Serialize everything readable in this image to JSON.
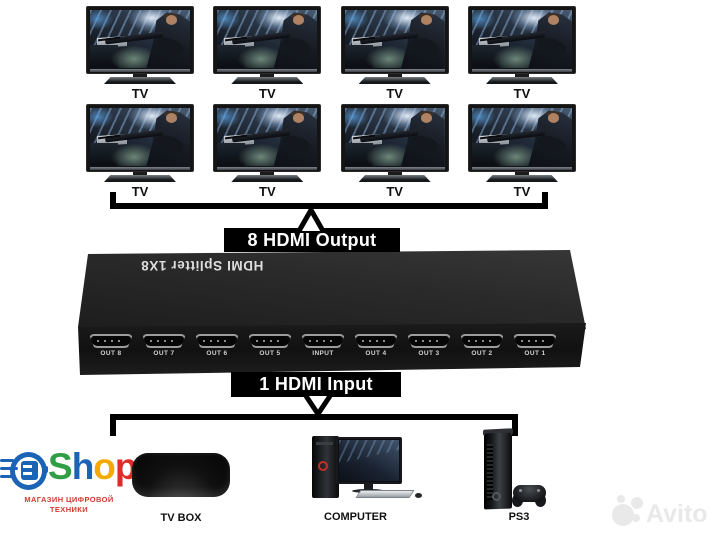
{
  "outputs": {
    "bracket_label": "8 HDMI Output",
    "tvs_row1": [
      {
        "label": "TV"
      },
      {
        "label": "TV"
      },
      {
        "label": "TV"
      },
      {
        "label": "TV"
      }
    ],
    "tvs_row2": [
      {
        "label": "TV"
      },
      {
        "label": "TV"
      },
      {
        "label": "TV"
      },
      {
        "label": "TV"
      }
    ]
  },
  "device": {
    "name_label": "HDMI Splitter 1X8",
    "ports": [
      {
        "label": "OUT 8"
      },
      {
        "label": "OUT 7"
      },
      {
        "label": "OUT 6"
      },
      {
        "label": "OUT 5"
      },
      {
        "label": "INPUT"
      },
      {
        "label": "OUT 4"
      },
      {
        "label": "OUT 3"
      },
      {
        "label": "OUT 2"
      },
      {
        "label": "OUT 1"
      }
    ]
  },
  "input_section": {
    "bracket_label": "1 HDMI Input"
  },
  "sources": {
    "shop_logo": {
      "letters": [
        {
          "char": "S",
          "style": "color:#2f9e44"
        },
        {
          "char": "h",
          "style": "color:#1a63b5"
        },
        {
          "char": "o",
          "style": "color:#f2a900"
        },
        {
          "char": "p",
          "style": "color:#e02b2b"
        }
      ],
      "subtitle_line1": "МАГАЗИН ЦИФРОВОЙ",
      "subtitle_line2": "ТЕХНИКИ"
    },
    "tv_box_label": "TV BOX",
    "computer_label": "COMPUTER",
    "ps3_label": "PS3"
  },
  "watermark": {
    "text": "Avito",
    "color": "#e9e9e9"
  },
  "colors": {
    "label_box_bg": "#000000",
    "label_box_text": "#ffffff",
    "logo_blue": "#1a63b5",
    "logo_green": "#2f9e44",
    "logo_yellow": "#f2a900",
    "logo_red": "#e02b2b",
    "subtitle_red": "#d23b2f",
    "device_body": "#1d1d1d"
  }
}
